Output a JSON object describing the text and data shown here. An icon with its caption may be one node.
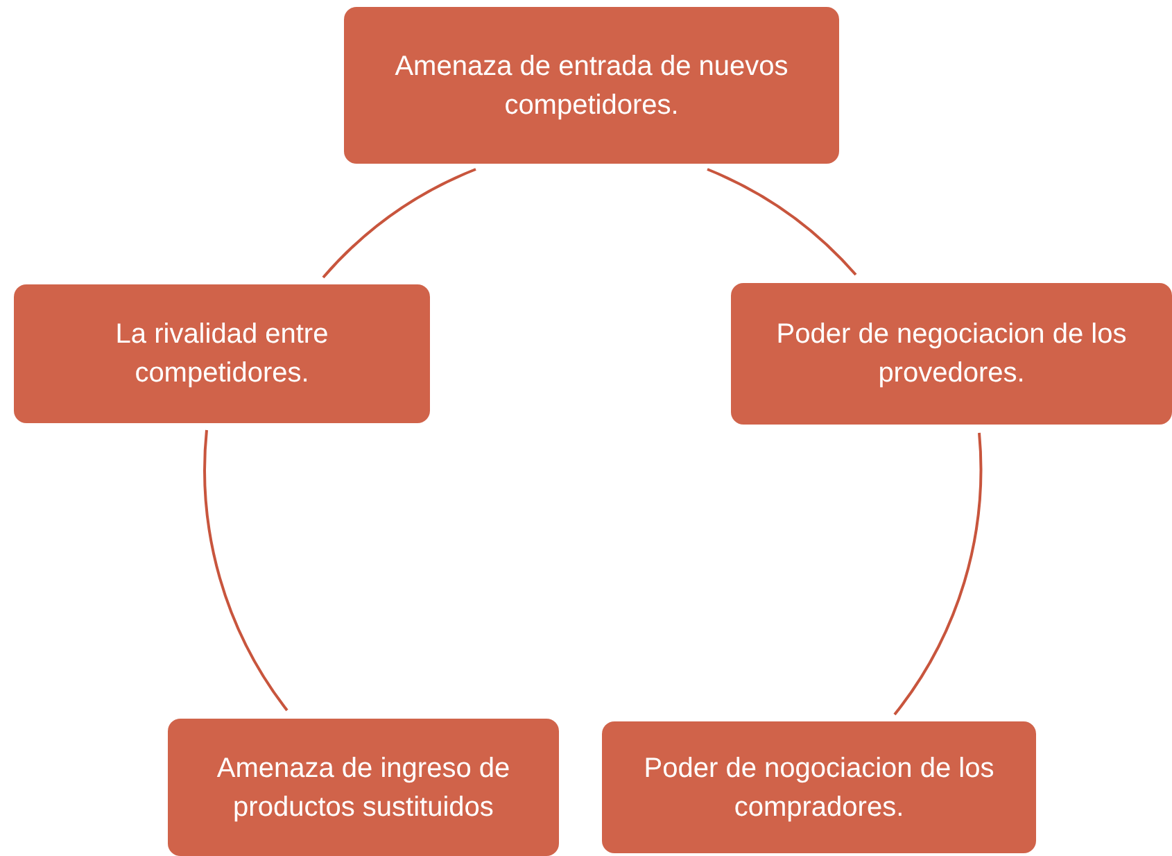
{
  "diagram": {
    "nodes": [
      {
        "text": [
          "Amenaza de entrada de nuevos competidores."
        ]
      },
      {
        "text": [
          "La rivalidad entre competidores."
        ]
      },
      {
        "text": [
          "Poder de negociacion de los provedores."
        ]
      },
      {
        "text": [
          "Amenaza de ingreso de productos sustituidos"
        ]
      },
      {
        "text": [
          "Poder de nogociacion de los compradores."
        ]
      }
    ],
    "edges": [
      {
        "from": 1,
        "to": 0,
        "arrow": "none"
      },
      {
        "from": 0,
        "to": 2,
        "arrow": "none"
      },
      {
        "from": 2,
        "to": 4,
        "arrow": "none"
      },
      {
        "from": 1,
        "to": 3,
        "arrow": "none"
      }
    ]
  }
}
